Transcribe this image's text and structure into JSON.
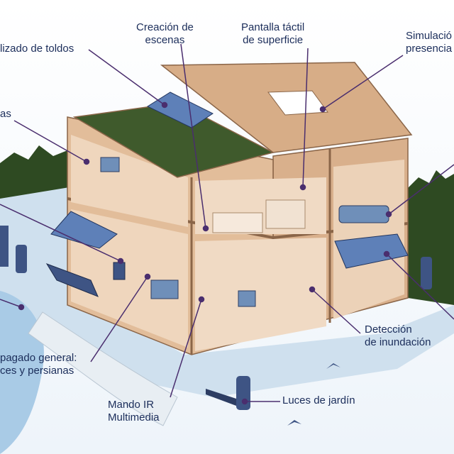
{
  "labels": {
    "toldos": "lizado de toldos",
    "escenas": [
      "Creación de",
      "escenas"
    ],
    "pantalla": [
      "Pantalla táctil",
      "de superficie"
    ],
    "simulacion": [
      "Simulació",
      "presencia"
    ],
    "as": "as",
    "apagado": [
      "pagado general:",
      "ces y persianas"
    ],
    "mando": [
      "Mando IR",
      "Multimedia"
    ],
    "luces": "Luces de jardín",
    "inundacion": [
      "Detección",
      "de inundación"
    ]
  },
  "colors": {
    "label_text": "#1b2d5a",
    "leader": "#4a2e6e",
    "house_wall": "#ddb48f",
    "roof": "#d7ad87",
    "grass": "#3f5a2c",
    "water": "#a9cbe6"
  }
}
